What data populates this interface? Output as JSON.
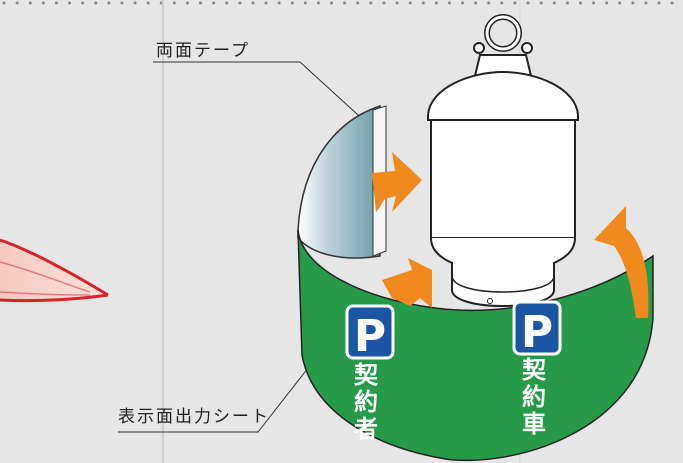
{
  "labels": {
    "tape": "両面テープ",
    "sheet": "表示面出力シート"
  },
  "sign_left": {
    "symbol": "P",
    "text": "契約者"
  },
  "sign_right": {
    "symbol": "P",
    "text": "契約車"
  },
  "colors": {
    "background": "#e6e6e6",
    "sheet_green": "#279a4a",
    "sign_blue": "#1c55a3",
    "arrow_orange": "#f08a1e",
    "red_marker": "#d8232a"
  }
}
